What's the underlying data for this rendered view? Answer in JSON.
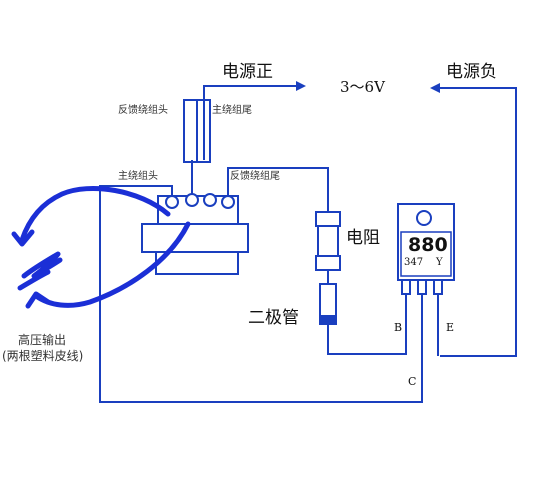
{
  "labels": {
    "power_positive": "电源正",
    "voltage": "3～6V",
    "power_negative": "电源负",
    "feedback_winding_head": "反馈绕组头",
    "main_winding_tail": "主绕组尾",
    "main_winding_head": "主绕组头",
    "feedback_winding_tail": "反馈绕组尾",
    "resistor": "电阻",
    "diode": "二极管",
    "hv_output_line1": "高压输出",
    "hv_output_line2": "(两根塑料皮线)"
  },
  "transistor": {
    "part_number": "880",
    "marking_left": "347",
    "marking_right": "Y",
    "pin_base": "B",
    "pin_emitter": "E",
    "pin_collector": "C"
  },
  "colors": {
    "wire": "#1a3fbf",
    "scribble": "#1b2fd6",
    "component_stroke": "#1a3fbf"
  }
}
